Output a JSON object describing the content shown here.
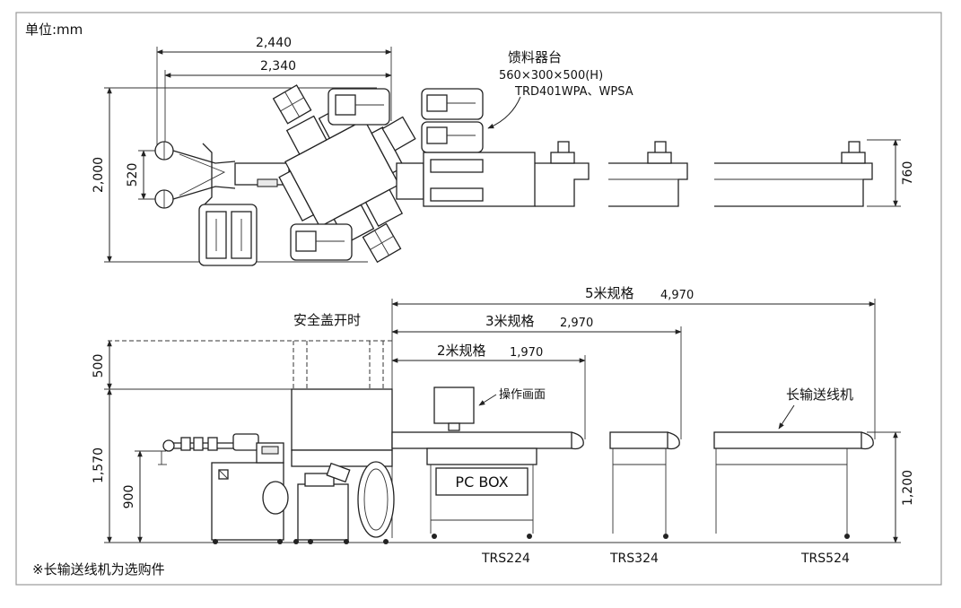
{
  "unit_label": "单位:mm",
  "footnote": "※长输送线机为选购件",
  "top_view": {
    "dim_2440": "2,440",
    "dim_2340": "2,340",
    "dim_2000": "2,000",
    "dim_520": "520",
    "dim_760": "760",
    "feeder_title": "馈料器台",
    "feeder_size": "560×300×500(H)",
    "feeder_models": "TRD401WPA、WPSA"
  },
  "side_view": {
    "cover_open_label": "安全盖开时",
    "spec_5m_label": "5米规格",
    "spec_5m_value": "4,970",
    "spec_3m_label": "3米规格",
    "spec_3m_value": "2,970",
    "spec_2m_label": "2米规格",
    "spec_2m_value": "1,970",
    "dim_500": "500",
    "dim_1570": "1,570",
    "dim_900": "900",
    "dim_1200": "1,200",
    "operation_screen": "操作画面",
    "pc_box": "PC BOX",
    "long_conveyor": "长输送线机",
    "model_224": "TRS224",
    "model_324": "TRS324",
    "model_524": "TRS524"
  }
}
